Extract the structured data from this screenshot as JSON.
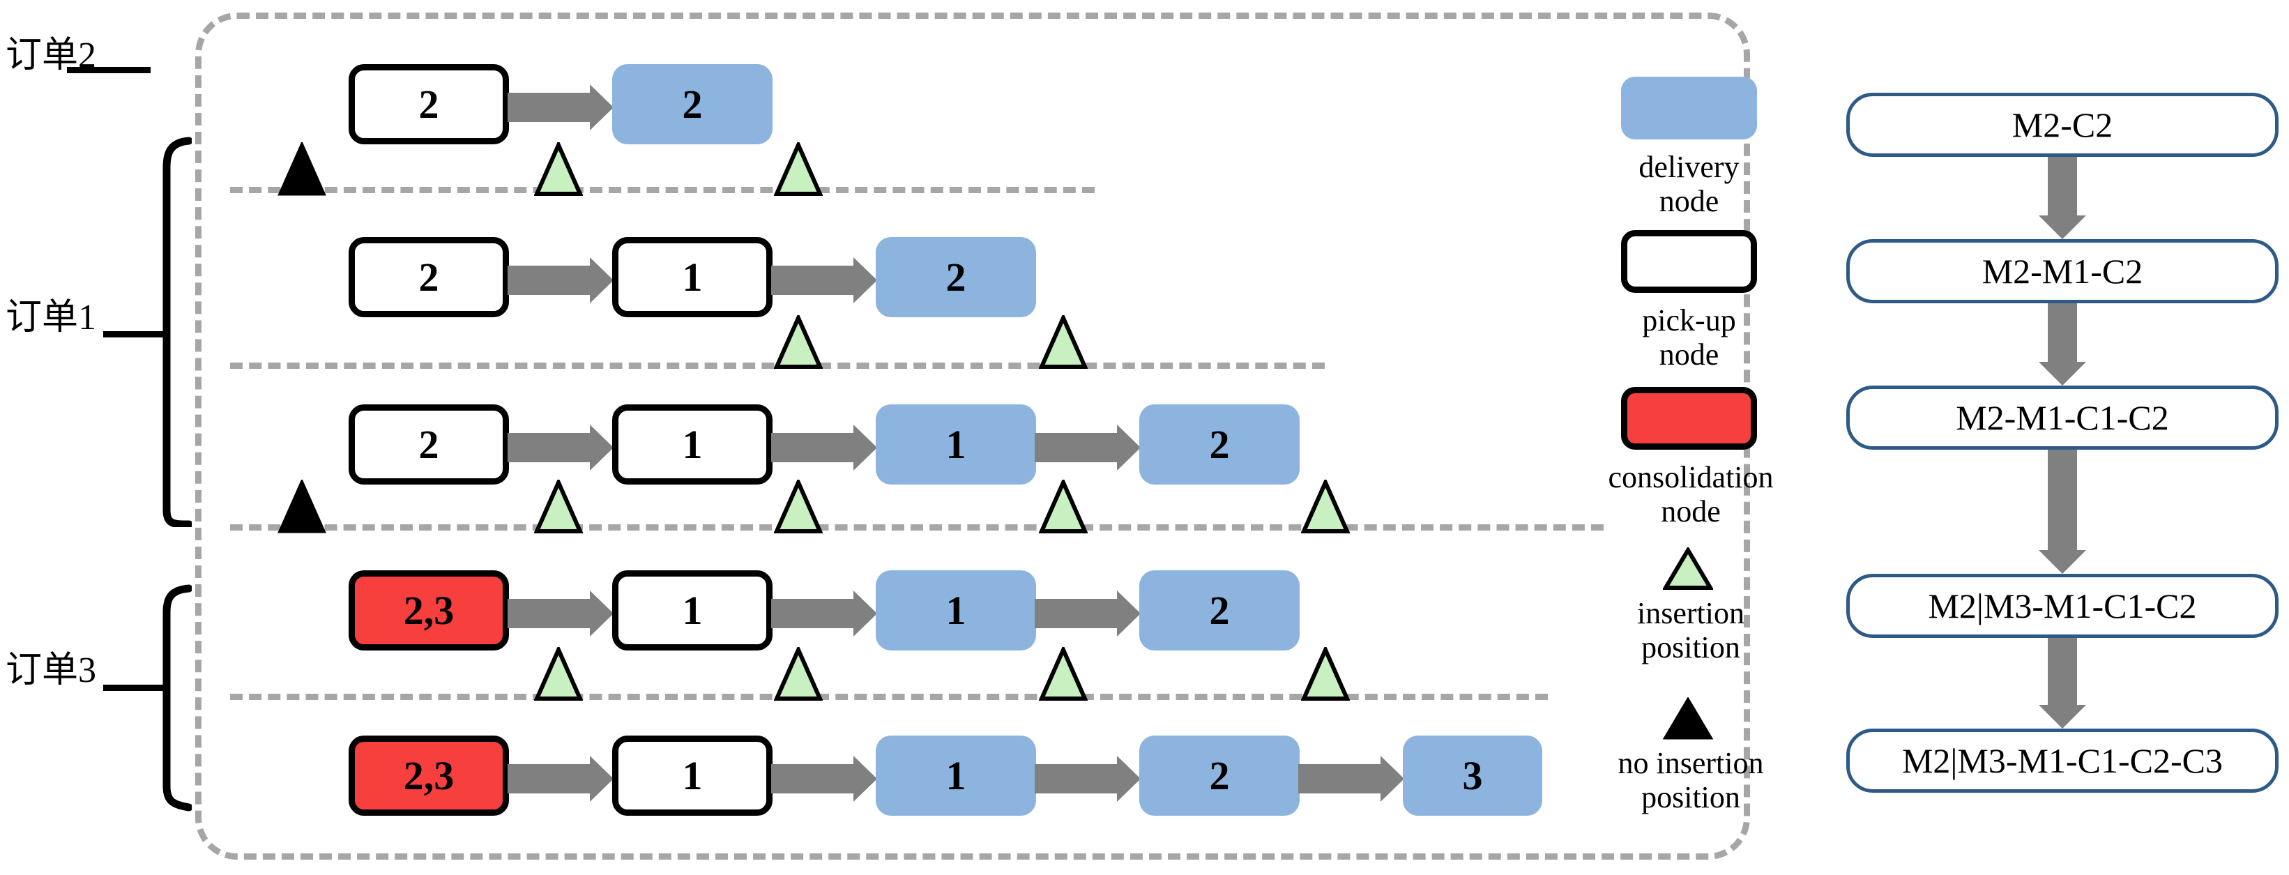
{
  "orders": [
    {
      "id": "order2",
      "label": "订单2"
    },
    {
      "id": "order1",
      "label": "订单1"
    },
    {
      "id": "order3",
      "label": "订单3"
    }
  ],
  "routes": [
    {
      "id": "route-1",
      "order": "订单2",
      "nodes": [
        {
          "value": "2",
          "type": "pick-up"
        },
        {
          "value": "2",
          "type": "delivery"
        }
      ],
      "markers": [
        {
          "type": "no-insertion"
        },
        {
          "type": "insertion"
        },
        {
          "type": "insertion"
        }
      ]
    },
    {
      "id": "route-2",
      "order": "订单1",
      "nodes": [
        {
          "value": "2",
          "type": "pick-up"
        },
        {
          "value": "1",
          "type": "pick-up"
        },
        {
          "value": "2",
          "type": "delivery"
        }
      ],
      "markers": [
        {
          "type": "insertion"
        },
        {
          "type": "insertion"
        }
      ]
    },
    {
      "id": "route-3",
      "order": "订单1",
      "nodes": [
        {
          "value": "2",
          "type": "pick-up"
        },
        {
          "value": "1",
          "type": "pick-up"
        },
        {
          "value": "1",
          "type": "delivery"
        },
        {
          "value": "2",
          "type": "delivery"
        }
      ],
      "markers": [
        {
          "type": "no-insertion"
        },
        {
          "type": "insertion"
        },
        {
          "type": "insertion"
        },
        {
          "type": "insertion"
        },
        {
          "type": "insertion"
        }
      ]
    },
    {
      "id": "route-4",
      "order": "订单3",
      "nodes": [
        {
          "value": "2,3",
          "type": "consolidation"
        },
        {
          "value": "1",
          "type": "pick-up"
        },
        {
          "value": "1",
          "type": "delivery"
        },
        {
          "value": "2",
          "type": "delivery"
        }
      ],
      "markers": [
        {
          "type": "insertion"
        },
        {
          "type": "insertion"
        },
        {
          "type": "insertion"
        },
        {
          "type": "insertion"
        }
      ]
    },
    {
      "id": "route-5",
      "order": "订单3",
      "nodes": [
        {
          "value": "2,3",
          "type": "consolidation"
        },
        {
          "value": "1",
          "type": "pick-up"
        },
        {
          "value": "1",
          "type": "delivery"
        },
        {
          "value": "2",
          "type": "delivery"
        },
        {
          "value": "3",
          "type": "delivery"
        }
      ],
      "markers": []
    }
  ],
  "legend": [
    {
      "id": "delivery",
      "swatch": "delivery-node-swatch",
      "line1": "delivery",
      "line2": "node"
    },
    {
      "id": "pickup",
      "swatch": "pick-up-node-swatch",
      "line1": "pick-up",
      "line2": "node"
    },
    {
      "id": "consolidation",
      "swatch": "consolidation-node-swatch",
      "line1": "consolidation",
      "line2": "node"
    },
    {
      "id": "insertion",
      "swatch": "insertion-position-icon",
      "line1": "insertion",
      "line2": "position"
    },
    {
      "id": "noinsertion",
      "swatch": "no-insertion-position-icon",
      "line1": "no insertion",
      "line2": "position"
    }
  ],
  "flow": {
    "steps": [
      {
        "label": "M2-C2"
      },
      {
        "label": "M2-M1-C2"
      },
      {
        "label": "M2-M1-C1-C2"
      },
      {
        "label": "M2|M3-M1-C1-C2"
      },
      {
        "label": "M2|M3-M1-C1-C2-C3"
      }
    ]
  },
  "colors": {
    "delivery_blue": "#8CB4DE",
    "consolidation_red": "#F7403E",
    "insertion_green": "#C8F0C0",
    "arrow_gray": "#808080",
    "dashed_gray": "#A6A6A6",
    "flow_border_blue": "#2E5A87",
    "node_outline": "#000000"
  }
}
